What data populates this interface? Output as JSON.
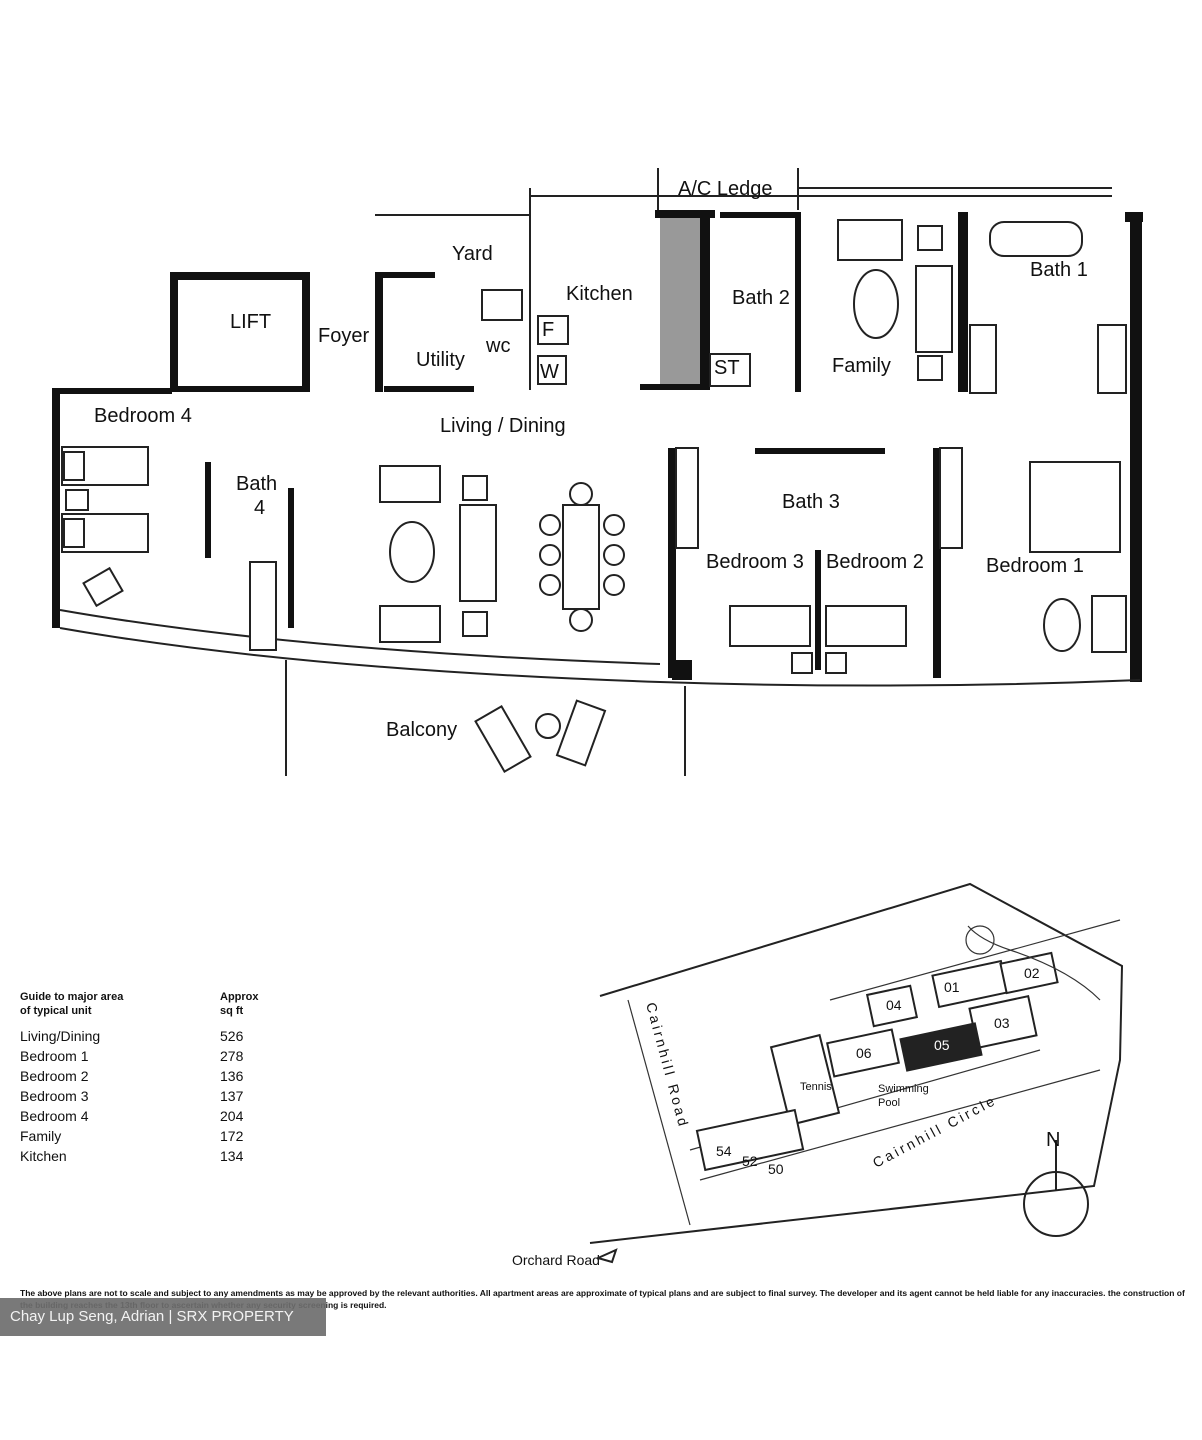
{
  "rooms": {
    "ac_ledge": "A/C Ledge",
    "yard": "Yard",
    "kitchen": "Kitchen",
    "bath2": "Bath 2",
    "family": "Family",
    "bath1": "Bath 1",
    "lift": "LIFT",
    "foyer": "Foyer",
    "utility": "Utility",
    "wc": "wc",
    "fridge": "F",
    "washer": "W",
    "store": "ST",
    "bedroom4": "Bedroom 4",
    "living_dining": "Living / Dining",
    "bath4_a": "Bath",
    "bath4_b": "4",
    "bath3": "Bath 3",
    "bedroom3": "Bedroom 3",
    "bedroom2": "Bedroom 2",
    "bedroom1": "Bedroom 1",
    "balcony": "Balcony"
  },
  "area_guide": {
    "heading_left": [
      "Guide to major area",
      "of typical unit"
    ],
    "heading_right": [
      "Approx",
      "sq ft"
    ],
    "rows": [
      {
        "room": "Living/Dining",
        "sqft": "526"
      },
      {
        "room": "Bedroom 1",
        "sqft": "278"
      },
      {
        "room": "Bedroom 2",
        "sqft": "136"
      },
      {
        "room": "Bedroom 3",
        "sqft": "137"
      },
      {
        "room": "Bedroom 4",
        "sqft": "204"
      },
      {
        "room": "Family",
        "sqft": "172"
      },
      {
        "room": "Kitchen",
        "sqft": "134"
      }
    ]
  },
  "site_plan": {
    "units": [
      "01",
      "02",
      "03",
      "04",
      "05",
      "06"
    ],
    "blocks": [
      "54",
      "52",
      "50"
    ],
    "tennis": "Tennis",
    "pool_a": "Swimming",
    "pool_b": "Pool",
    "road_cairnhill": "Cairnhill Road",
    "road_circle": "Cairnhill Circle",
    "road_orchard": "Orchard Road",
    "north": "N"
  },
  "disclaimer": "The above plans are not to scale and subject to any amendments as may be approved by the relevant authorities. All apartment areas are approximate of typical plans and are subject to final survey. The developer and its agent cannot be held liable for any inaccuracies. the construction of the building reaches the 13th floor to ascertain whether any security screening is required.",
  "watermark": "Chay Lup Seng, Adrian | SRX PROPERTY"
}
